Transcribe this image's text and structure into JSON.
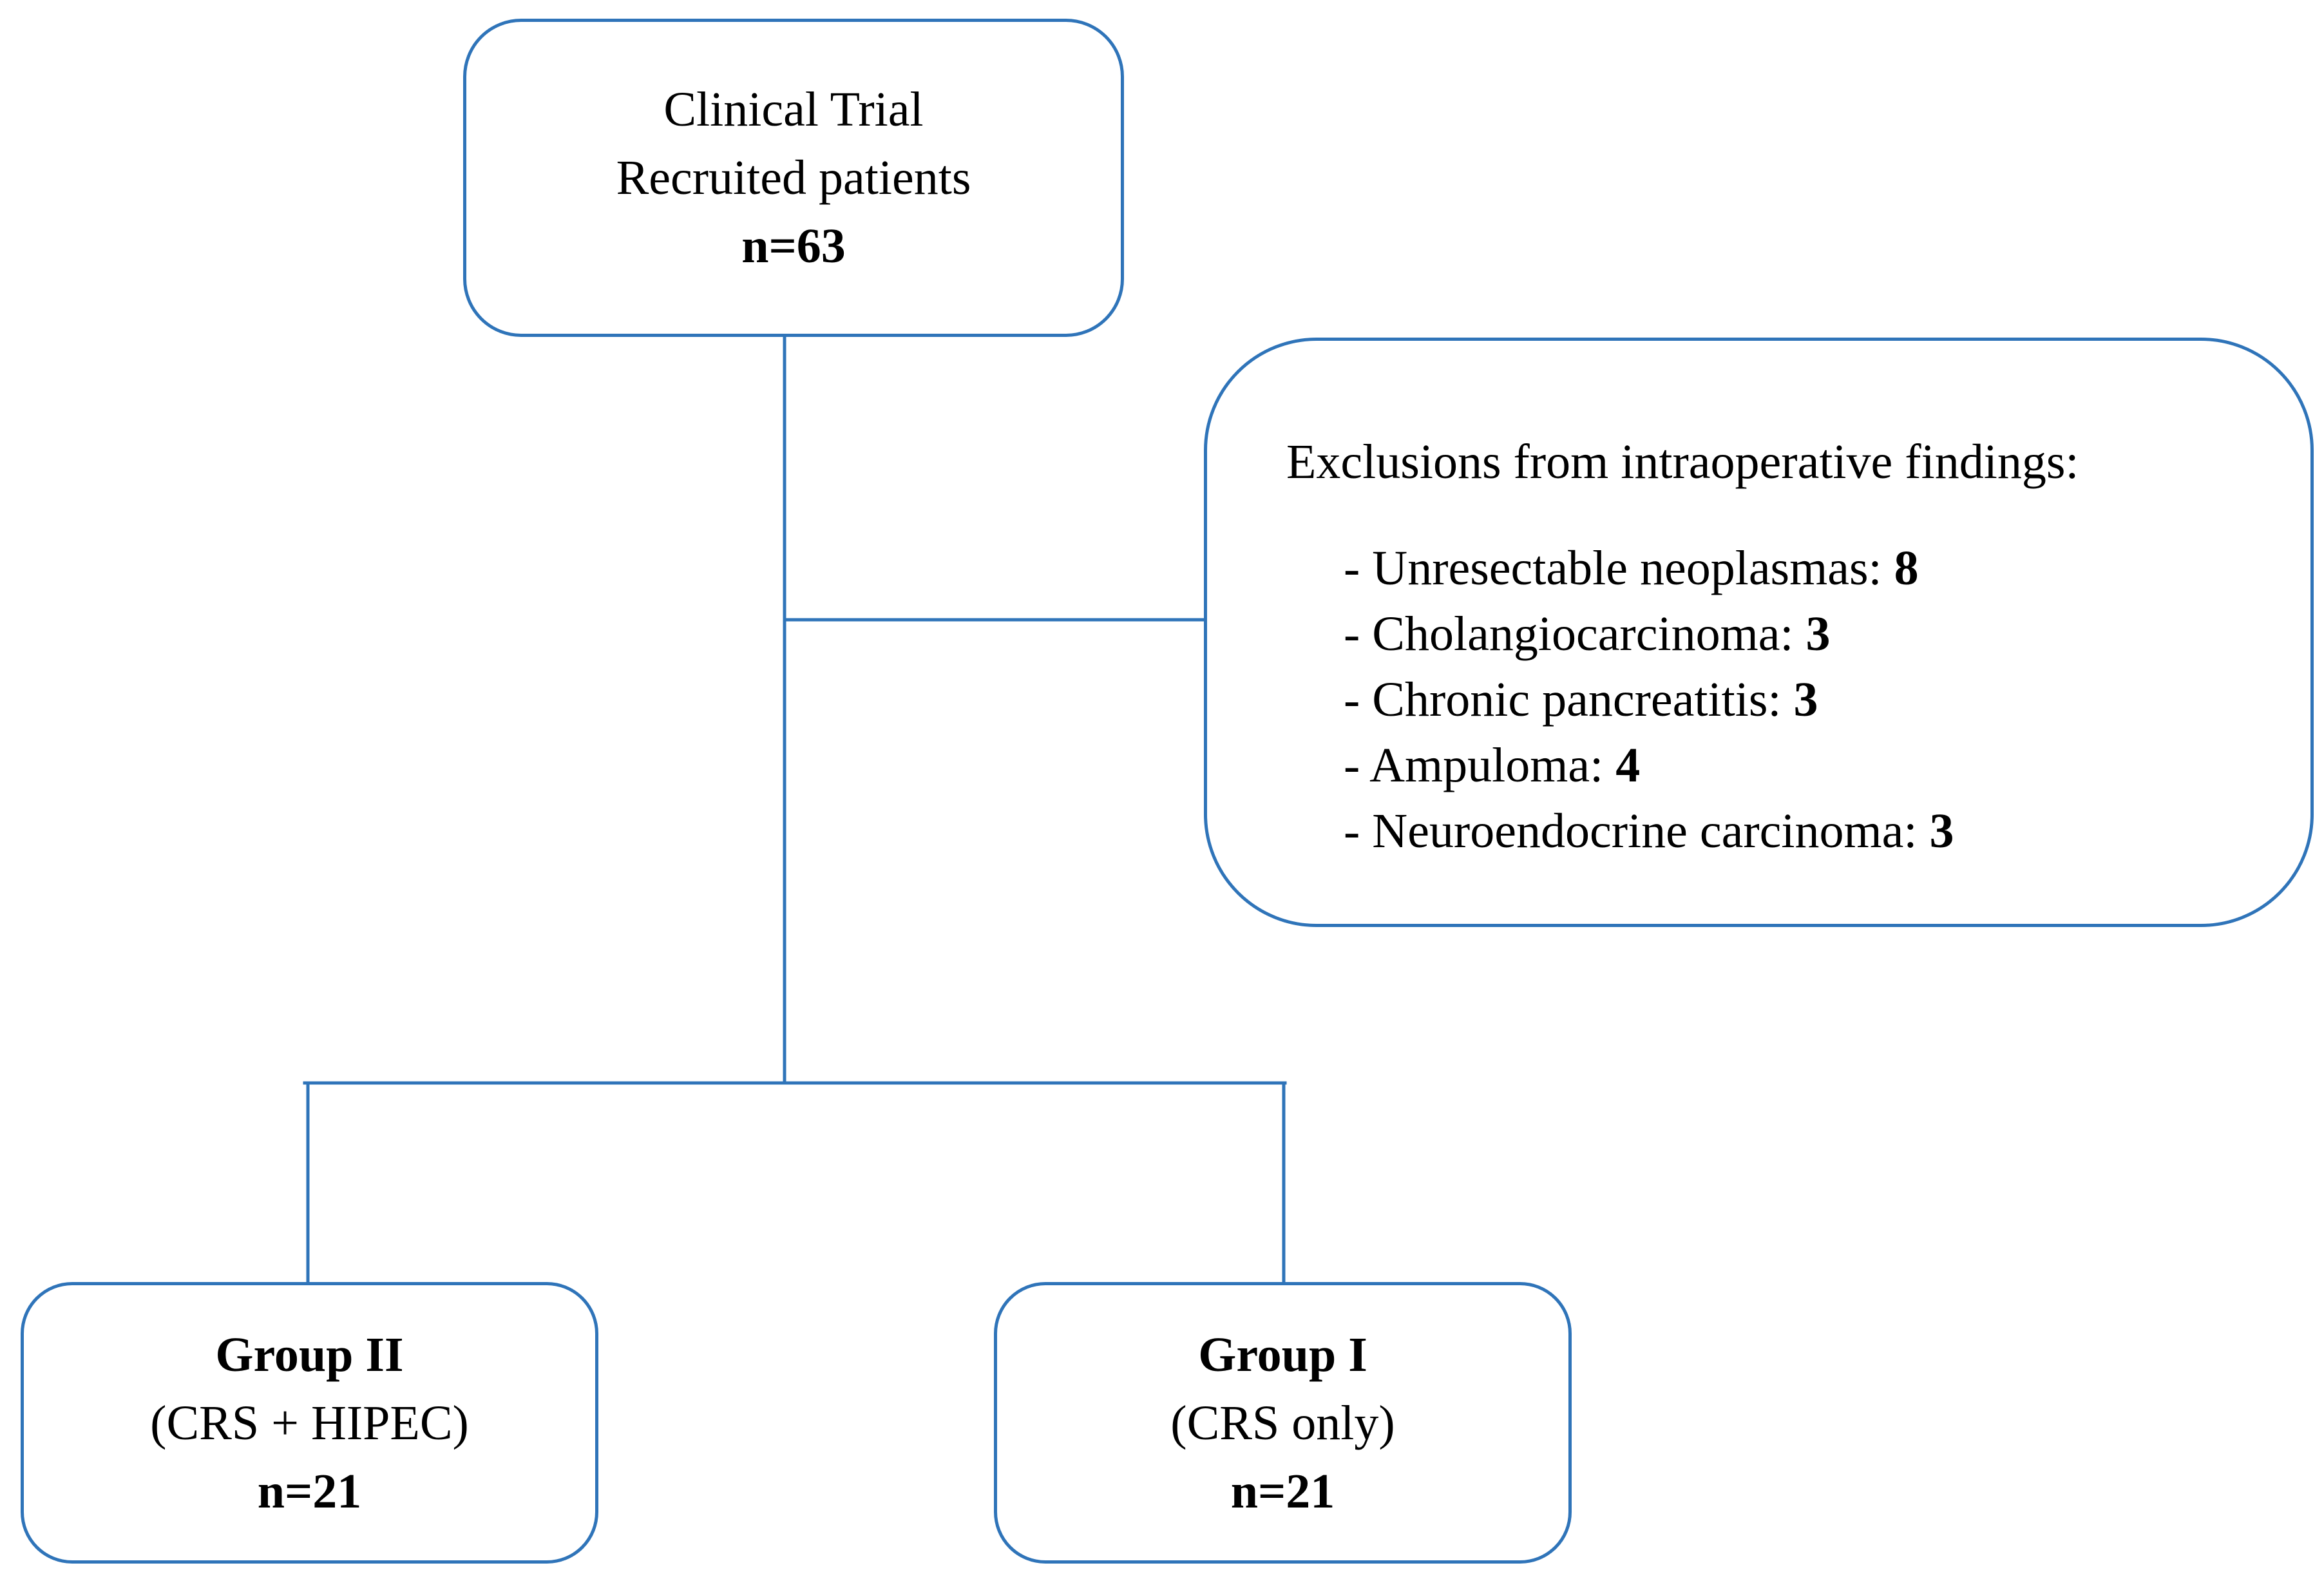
{
  "colors": {
    "stroke": "#2F74B9",
    "text": "#000000",
    "background": "#ffffff"
  },
  "recruited": {
    "line1": "Clinical Trial",
    "line2": "Recruited patients",
    "count": "n=63"
  },
  "exclusions": {
    "title": "Exclusions from intraoperative findings:",
    "items": [
      {
        "label": "- Unresectable neoplasmas: ",
        "value": "8"
      },
      {
        "label": "- Cholangiocarcinoma: ",
        "value": "3"
      },
      {
        "label": "- Chronic pancreatitis: ",
        "value": "3"
      },
      {
        "label": "- Ampuloma: ",
        "value": "4"
      },
      {
        "label": "- Neuroendocrine carcinoma: ",
        "value": "3"
      }
    ]
  },
  "group2": {
    "name": "Group II",
    "treatment": "(CRS + HIPEC)",
    "count": "n=21"
  },
  "group1": {
    "name": "Group I",
    "treatment": "(CRS only)",
    "count": "n=21"
  }
}
